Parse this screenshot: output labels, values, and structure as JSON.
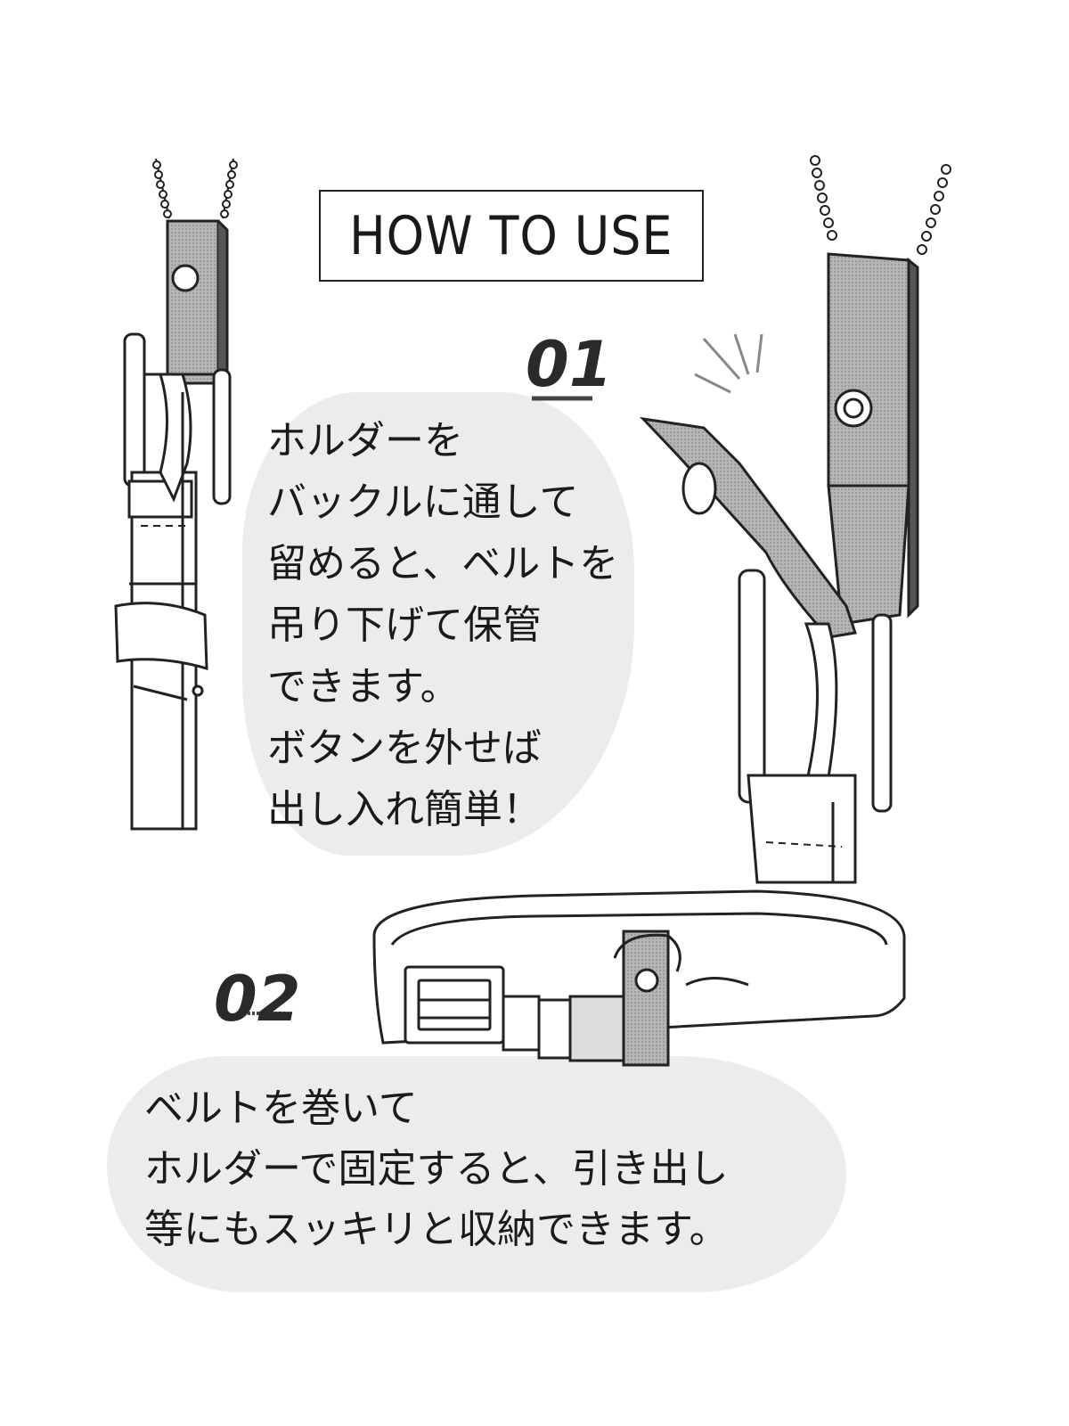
{
  "title": "HOW TO USE",
  "step1": {
    "number": "01",
    "text": "ホルダーを\nバックルに通して\n留めると、ベルトを\n吊り下げて保管\nできます。\nボタンを外せば\n出し入れ簡単！"
  },
  "step2": {
    "number": "02",
    "text": "ベルトを巻いて\nホルダーで固定すると、引き出し\n等にもスッキリと収納できます。"
  }
}
